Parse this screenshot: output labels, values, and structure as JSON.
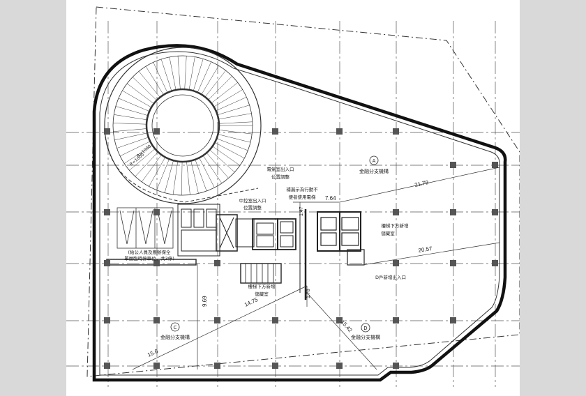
{
  "labels": {
    "zone_a_letter": "A",
    "zone_a_name": "金融分支機構",
    "zone_c_letter": "C",
    "zone_c_name": "金融分支機構",
    "zone_d_letter": "D",
    "zone_d_name": "金融分支機構",
    "electric_entrance_1": "電氣室出入口",
    "electric_entrance_2": "位置調整",
    "control_entrance_1": "中控室出入口",
    "control_entrance_2": "位置調整",
    "accessible_1": "補漏示為行動不",
    "accessible_2": "便者使用電梯",
    "stair_storage_right_1": "樓梯下方新增",
    "stair_storage_right_2": "儲藏室",
    "stair_storage_left_1": "樓梯下方新增",
    "stair_storage_left_2": "儲藏室",
    "d_entrance": "D戶新增出入口",
    "parking_note_1": "(給公人員及應辦保全",
    "parking_note_2": "單層臨時停車位，共3停)",
    "radius_1": "R=1000",
    "radius_2": "R=1000"
  },
  "dimensions": {
    "d1": "21.79",
    "d2": "7.64",
    "d3": "20.57",
    "d4": "9.69",
    "d5": "14.75",
    "d6": "1.78",
    "d7": "15.42",
    "d8": "15.6",
    "d9": "1.47"
  }
}
